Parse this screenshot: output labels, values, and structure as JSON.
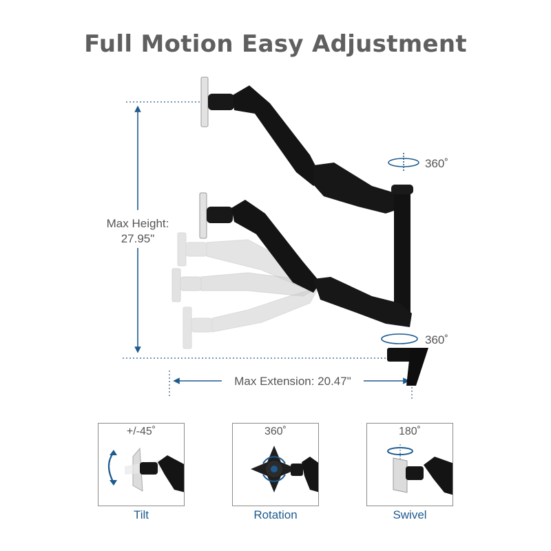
{
  "title": "Full Motion Easy Adjustment",
  "dimensions": {
    "height_label": "Max Height:",
    "height_value": "27.95\"",
    "extension_label": "Max Extension: 20.47\"",
    "rotate_top": "360˚",
    "rotate_bottom": "360˚"
  },
  "panels": [
    {
      "top_label": "+/-45˚",
      "caption": "Tilt"
    },
    {
      "top_label": "360˚",
      "caption": "Rotation"
    },
    {
      "top_label": "180˚",
      "caption": "Swivel"
    }
  ],
  "colors": {
    "accent": "#1d5a8e",
    "title": "#5f5f5f",
    "arm": "#151515",
    "ghost": "#c8c8c8"
  }
}
